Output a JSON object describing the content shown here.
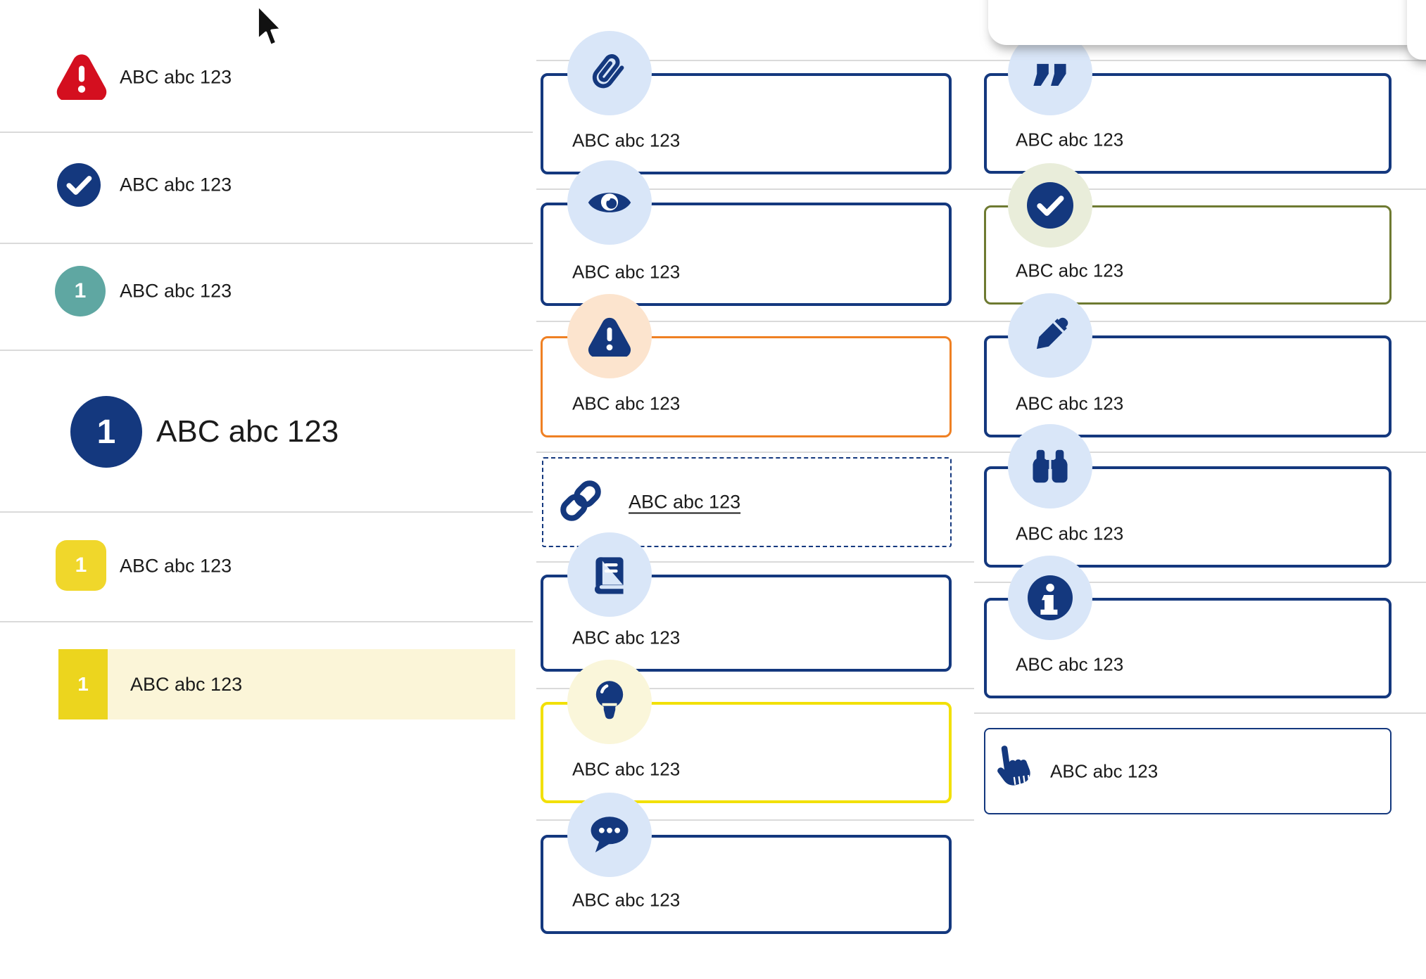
{
  "colors": {
    "navy": "#14387e",
    "light_blue_circle": "#d9e6f8",
    "alert_red": "#d40f1f",
    "teal": "#5fa7a2",
    "yellow_square": "#f0d72b",
    "yellow_badge": "#ecd51e",
    "yellow_row_bg": "#fbf5d8",
    "orange_border": "#ef8023",
    "peach_circle": "#fce4ce",
    "olive_border": "#6e7a31",
    "pale_green_circle": "#e9edda",
    "bright_yellow_border": "#f2e006",
    "pale_yellow_circle": "#faf6da",
    "divider": "#dadada",
    "text": "#1b1b1b"
  },
  "left_list": {
    "items": [
      {
        "name": "warning",
        "icon": "warning-triangle-icon",
        "label": "ABC abc 123"
      },
      {
        "name": "success",
        "icon": "check-circle-icon",
        "label": "ABC abc 123"
      },
      {
        "name": "step-teal",
        "icon": "number-badge",
        "badge": "1",
        "label": "ABC abc 123"
      },
      {
        "name": "step-primary-large",
        "icon": "number-badge",
        "badge": "1",
        "label": "ABC abc 123"
      },
      {
        "name": "step-yellow",
        "icon": "number-badge",
        "badge": "1",
        "label": "ABC abc 123"
      },
      {
        "name": "step-yellow-selected",
        "icon": "number-badge",
        "badge": "1",
        "label": "ABC abc 123"
      }
    ]
  },
  "middle_callouts": {
    "items": [
      {
        "name": "attachment",
        "icon": "paperclip-icon",
        "variant": "navy",
        "label": "ABC abc 123"
      },
      {
        "name": "preview",
        "icon": "eye-icon",
        "variant": "navy",
        "label": "ABC abc 123"
      },
      {
        "name": "warning",
        "icon": "warning-icon",
        "variant": "orange",
        "label": "ABC abc 123"
      },
      {
        "name": "link",
        "icon": "link-icon",
        "variant": "dashed",
        "label": "ABC abc 123"
      },
      {
        "name": "reference",
        "icon": "book-icon",
        "variant": "navy",
        "label": "ABC abc 123"
      },
      {
        "name": "tip",
        "icon": "lightbulb-icon",
        "variant": "yellow",
        "label": "ABC abc 123"
      },
      {
        "name": "comment",
        "icon": "chat-icon",
        "variant": "navy",
        "label": "ABC abc 123"
      }
    ]
  },
  "right_callouts": {
    "items": [
      {
        "name": "quote",
        "icon": "quote-icon",
        "variant": "navy",
        "label": "ABC abc 123"
      },
      {
        "name": "success",
        "icon": "check-icon",
        "variant": "olive",
        "label": "ABC abc 123"
      },
      {
        "name": "edit",
        "icon": "pencil-icon",
        "variant": "navy",
        "label": "ABC abc 123"
      },
      {
        "name": "search",
        "icon": "binoculars-icon",
        "variant": "navy",
        "label": "ABC abc 123"
      },
      {
        "name": "info",
        "icon": "info-icon",
        "variant": "navy",
        "label": "ABC abc 123"
      },
      {
        "name": "action",
        "icon": "hand-pointer-icon",
        "variant": "thin",
        "label": "ABC abc 123"
      }
    ]
  }
}
